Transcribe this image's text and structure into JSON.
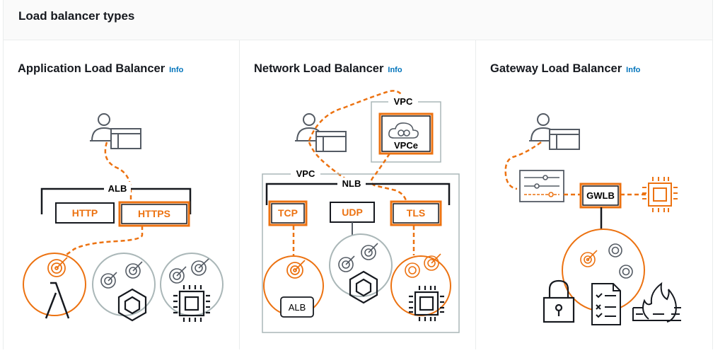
{
  "panel": {
    "title": "Load balancer types"
  },
  "cards": [
    {
      "title": "Application Load Balancer",
      "info": "Info",
      "labels": {
        "alb": "ALB",
        "http": "HTTP",
        "https": "HTTPS"
      }
    },
    {
      "title": "Network Load Balancer",
      "info": "Info",
      "labels": {
        "vpc_top": "VPC",
        "vpce": "VPCe",
        "vpc": "VPC",
        "nlb": "NLB",
        "tcp": "TCP",
        "udp": "UDP",
        "tls": "TLS",
        "alb": "ALB"
      }
    },
    {
      "title": "Gateway Load Balancer",
      "info": "Info",
      "labels": {
        "gwlb": "GWLB"
      }
    }
  ],
  "colors": {
    "accent": "#ec7211",
    "gray": "#545b64",
    "light_gray": "#aab7b8",
    "link": "#0073bb"
  },
  "icons": [
    "user-icon",
    "browser-window-icon",
    "target-icon",
    "lambda-icon",
    "container-icon",
    "chip-icon",
    "cloud-icon",
    "sliders-icon",
    "lock-icon",
    "document-icon",
    "firewall-icon"
  ]
}
